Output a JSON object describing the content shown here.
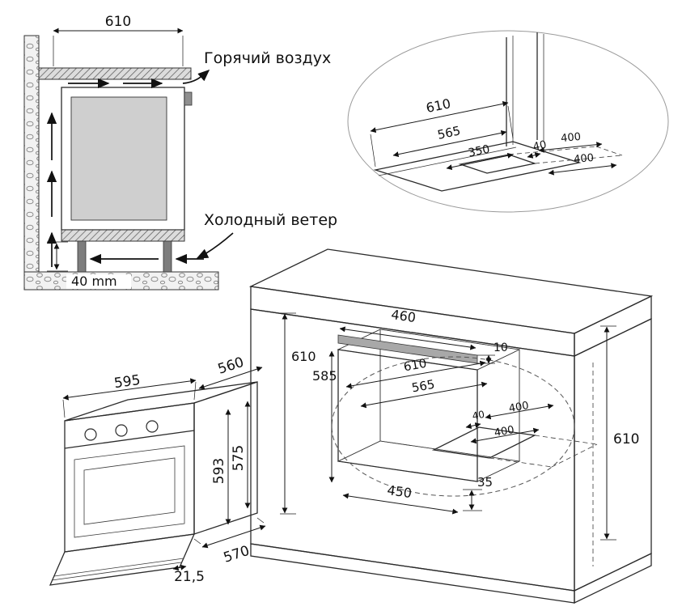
{
  "colors": {
    "ink": "#1a1a1a",
    "background": "#ffffff"
  },
  "section_airflow": {
    "hot_air_label": "Горячий воздух",
    "cold_air_label": "Холодный ветер",
    "top_width": "610",
    "bottom_clearance": "40 mm"
  },
  "detail_cutout": {
    "depth": "610",
    "inner_depth": "565",
    "cutout_offset": "350",
    "edge_gap": "40",
    "length_top": "400",
    "length_bottom": "400"
  },
  "oven": {
    "width": "595",
    "depth_top": "560",
    "height": "593",
    "body_height": "575",
    "depth_bottom": "570",
    "door_thickness": "21,5"
  },
  "cabinet": {
    "vent_width": "460",
    "vent_height": "10",
    "left_height": "610",
    "niche_height": "585",
    "inner_width": "610",
    "inner_width2": "565",
    "edge_gap": "40",
    "cutout_length_top": "400",
    "cutout_length_bottom": "400",
    "bottom_gap": "35",
    "bottom_width": "450",
    "side_height": "610"
  }
}
